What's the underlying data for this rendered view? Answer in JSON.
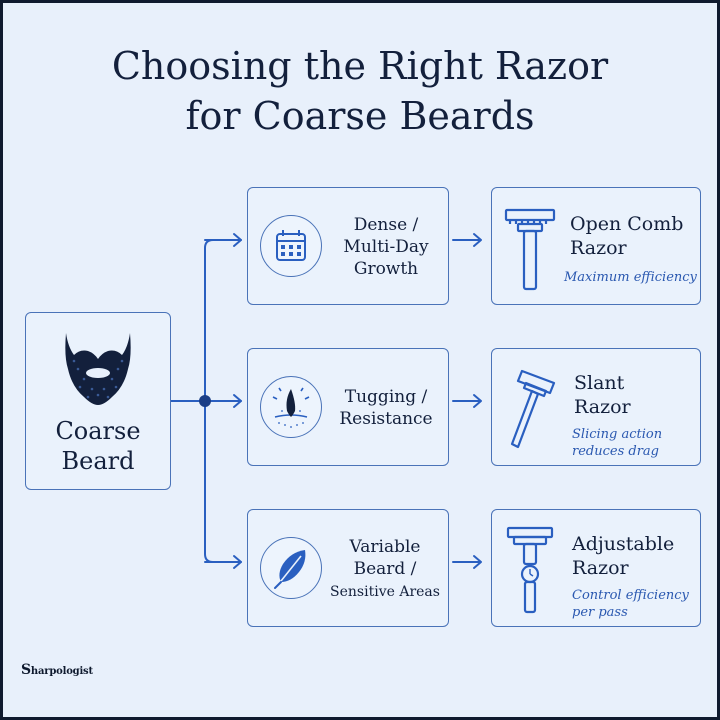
{
  "title": {
    "line1": "Choosing the Right Razor",
    "line2": "for Coarse Beards"
  },
  "source": {
    "label": "Coarse Beard",
    "line1": "Coarse",
    "line2": "Beard",
    "icon": "beard-icon"
  },
  "rows": [
    {
      "condition": {
        "lines": [
          "Dense /",
          "Multi-Day",
          "Growth"
        ],
        "icon": "calendar-icon"
      },
      "razor": {
        "lines": [
          "Open Comb",
          "Razor"
        ],
        "note": [
          "Maximum efficiency"
        ],
        "icon": "open-comb-razor-icon"
      }
    },
    {
      "condition": {
        "lines": [
          "Tugging /",
          "Resistance"
        ],
        "icon": "hair-follicle-icon"
      },
      "razor": {
        "lines": [
          "Slant",
          "Razor"
        ],
        "note": [
          "Slicing action",
          "reduces drag"
        ],
        "icon": "slant-razor-icon"
      }
    },
    {
      "condition": {
        "lines": [
          "Variable",
          "Beard /",
          "Sensitive Areas"
        ],
        "icon": "feather-icon"
      },
      "razor": {
        "lines": [
          "Adjustable",
          "Razor"
        ],
        "note": [
          "Control efficiency",
          "per pass"
        ],
        "icon": "adjustable-razor-icon"
      }
    }
  ],
  "brand": {
    "initial": "S",
    "rest": "harpologist"
  },
  "colors": {
    "background": "#e8f0fb",
    "accent": "#2a5fc0",
    "text": "#13203c",
    "border": "#4a73b8"
  }
}
